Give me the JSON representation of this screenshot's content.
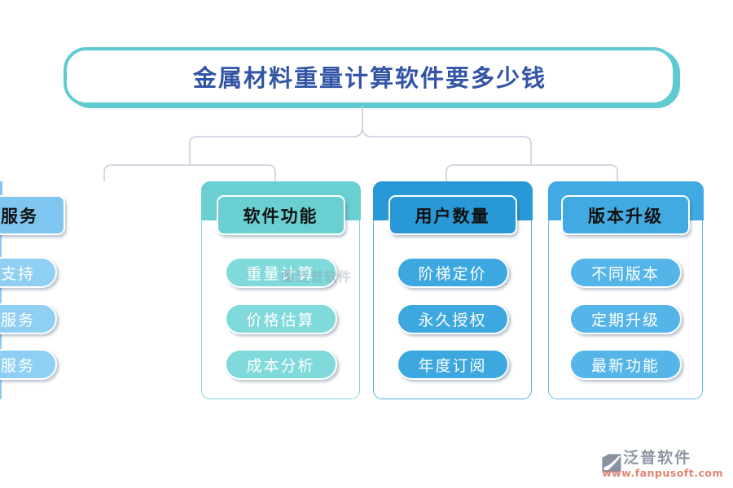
{
  "title": {
    "text": "金属材料重量计算软件要多少钱"
  },
  "colors": {
    "title_border": "#5FCBD1",
    "title_text": "#3355A6",
    "connector_line": "#C9CEDF",
    "header_text": "#111111",
    "pill_text": "#FFFFFF",
    "watermark_gray": "#8F96A4",
    "watermark_red": "#DF8570",
    "watermark_logo": "#8A92A2"
  },
  "columns": [
    {
      "header": "软件功能",
      "band": "#69CFD1",
      "pill": "#80D9DA",
      "border": "#7CD4D8",
      "items": [
        "重量计算",
        "价格估算",
        "成本分析"
      ]
    },
    {
      "header": "用户数量",
      "band": "#2899D6",
      "pill": "#3DA7DF",
      "border": "#4FAEE0",
      "items": [
        "阶梯定价",
        "永久授权",
        "年度订阅"
      ]
    },
    {
      "header": "版本升级",
      "band": "#42AAE2",
      "pill": "#55B5E8",
      "border": "#5FB9E9",
      "items": [
        "不同版本",
        "定期升级",
        "最新功能"
      ]
    },
    {
      "header": "附加服务",
      "band": "#7EC6EF",
      "pill": "#8FCFF3",
      "border": "#8FCAF1",
      "items": [
        "技术支持",
        "培训服务",
        "定制服务"
      ]
    }
  ],
  "ghost_watermark": {
    "brand": "泛普软件"
  },
  "footer_watermark": {
    "brand": "泛普软件",
    "url": "www.fanpusoft.com"
  }
}
